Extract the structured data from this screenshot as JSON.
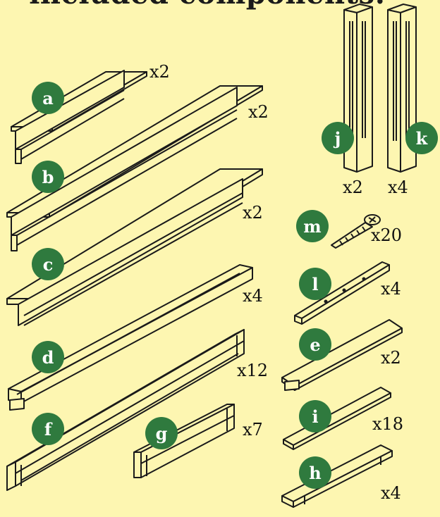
{
  "title": "included components:",
  "parts": [
    {
      "id": "a",
      "label": "a",
      "qty": "x2"
    },
    {
      "id": "b",
      "label": "b",
      "qty": "x2"
    },
    {
      "id": "c",
      "label": "c",
      "qty": "x2"
    },
    {
      "id": "d",
      "label": "d",
      "qty": "x4"
    },
    {
      "id": "f",
      "label": "f",
      "qty": "x12"
    },
    {
      "id": "g",
      "label": "g",
      "qty": "x7"
    },
    {
      "id": "j",
      "label": "j",
      "qty": "x2"
    },
    {
      "id": "k",
      "label": "k",
      "qty": "x4"
    },
    {
      "id": "m",
      "label": "m",
      "qty": "x20"
    },
    {
      "id": "l",
      "label": "l",
      "qty": "x4"
    },
    {
      "id": "e",
      "label": "e",
      "qty": "x2"
    },
    {
      "id": "i",
      "label": "i",
      "qty": "x18"
    },
    {
      "id": "h",
      "label": "h",
      "qty": "x4"
    }
  ],
  "colors": {
    "background": "#fdf6b1",
    "badge": "#2f7a3e",
    "line": "#1a1a1a"
  }
}
